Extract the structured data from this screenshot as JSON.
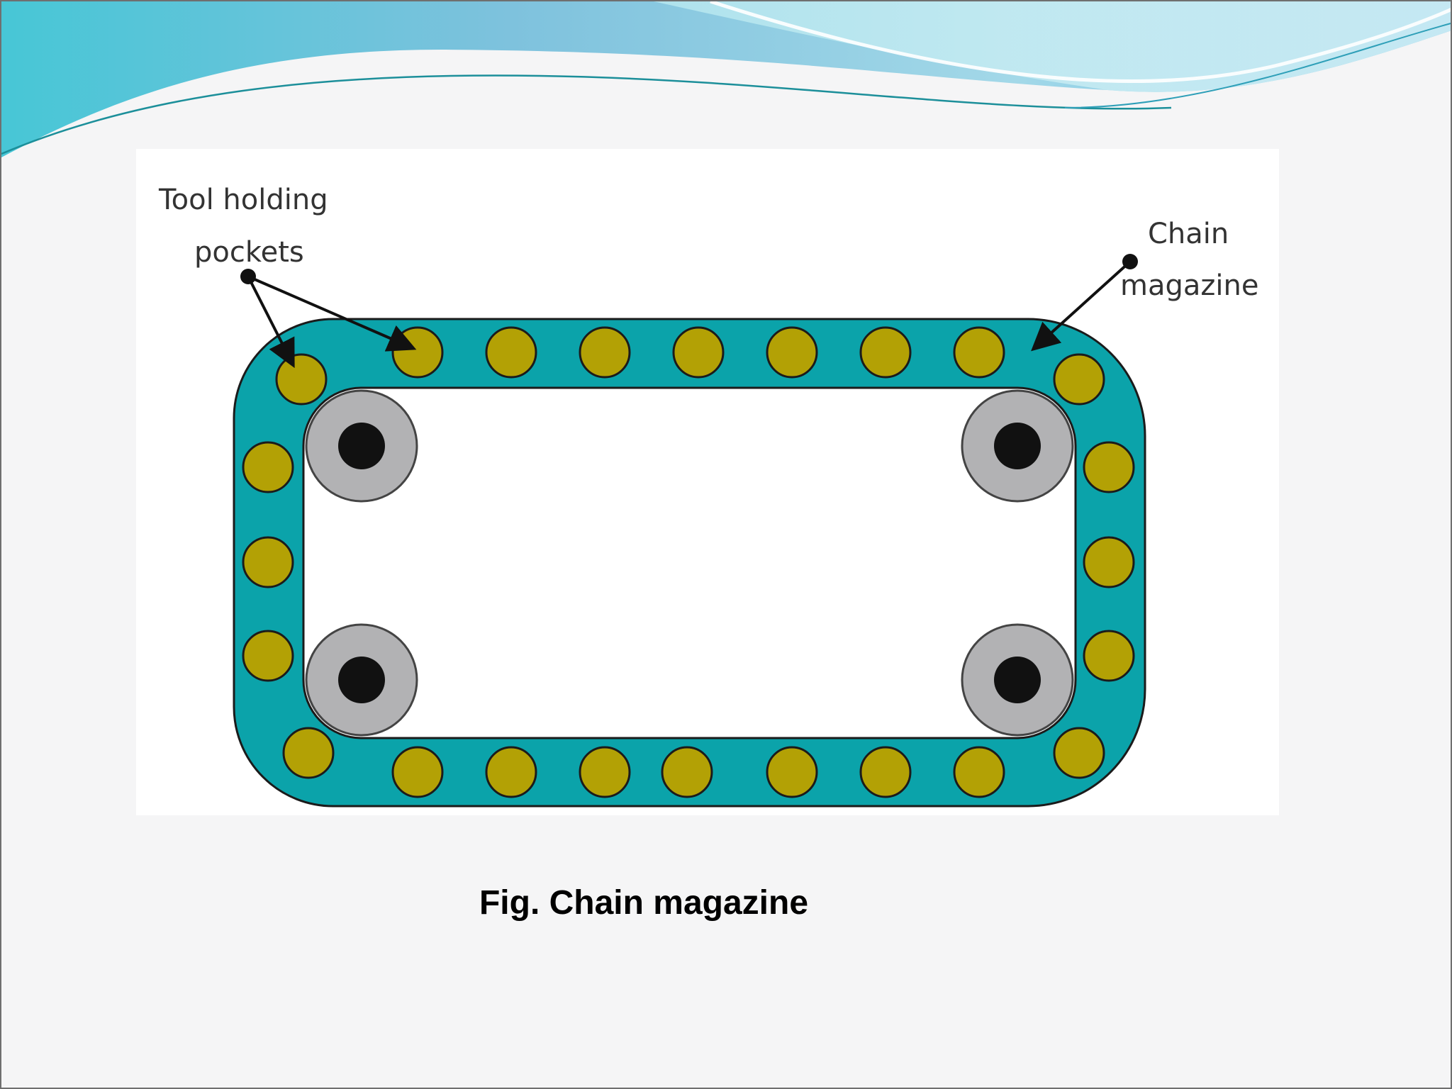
{
  "labels": {
    "pockets_line1": "Tool holding",
    "pockets_line2": "pockets",
    "chain_line1": "Chain",
    "chain_line2": "magazine"
  },
  "caption": "Fig. Chain magazine",
  "colors": {
    "chain": "#0ba3aa",
    "pocket": "#b3a105",
    "sprocket": "#b2b2b4",
    "hub": "#111111",
    "header_wave": "#6ec6da"
  }
}
